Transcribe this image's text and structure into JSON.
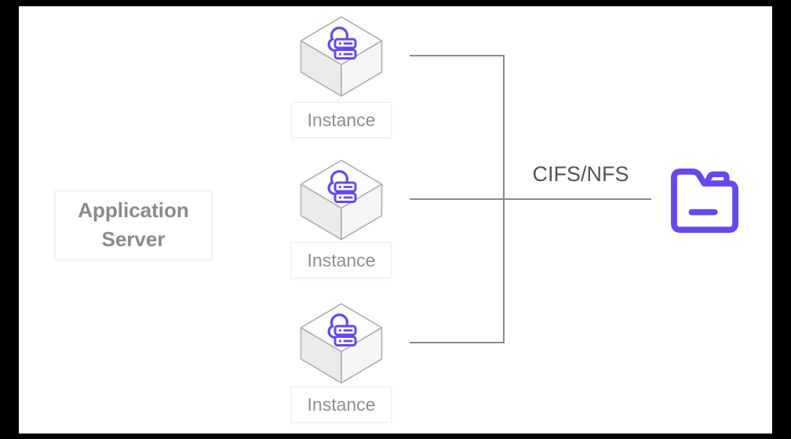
{
  "colors": {
    "accent_purple": "#6847EC",
    "line_gray": "#8A8A8A",
    "cube_border": "#B2B2B2",
    "label_gray": "#8F8F8F"
  },
  "nodes": {
    "app_server": {
      "label": "Application Server"
    },
    "instances": [
      {
        "label": "Instance",
        "icon": "cloud-server-icon"
      },
      {
        "label": "Instance",
        "icon": "cloud-server-icon"
      },
      {
        "label": "Instance",
        "icon": "cloud-server-icon"
      }
    ],
    "storage": {
      "icon": "folder-icon"
    }
  },
  "connections": {
    "protocol_label": "CIFS/NFS"
  }
}
